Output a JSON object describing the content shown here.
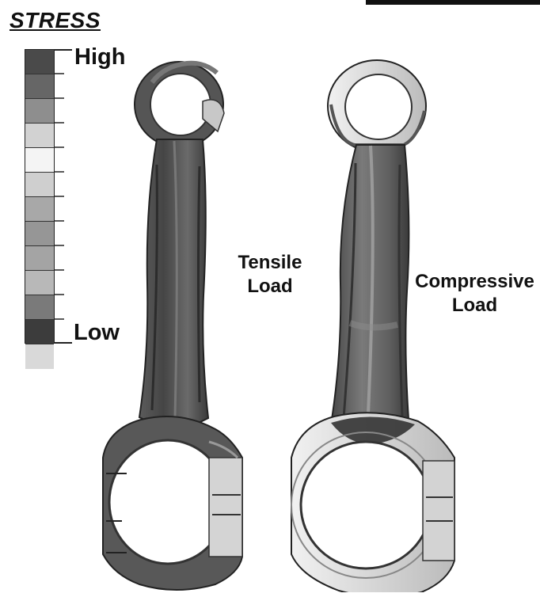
{
  "title": "STRESS",
  "legend": {
    "high": "High",
    "low": "Low",
    "swatches": [
      "#4a4a4a",
      "#666666",
      "#8e8e8e",
      "#d2d2d2",
      "#f4f4f4",
      "#cfcfcf",
      "#a8a8a8",
      "#969696",
      "#a4a4a4",
      "#b8b8b8",
      "#7a7a7a",
      "#3c3c3c",
      "#d9d9d9"
    ]
  },
  "labels": {
    "tensile": "Tensile\nLoad",
    "compressive": "Compressive\nLoad"
  }
}
